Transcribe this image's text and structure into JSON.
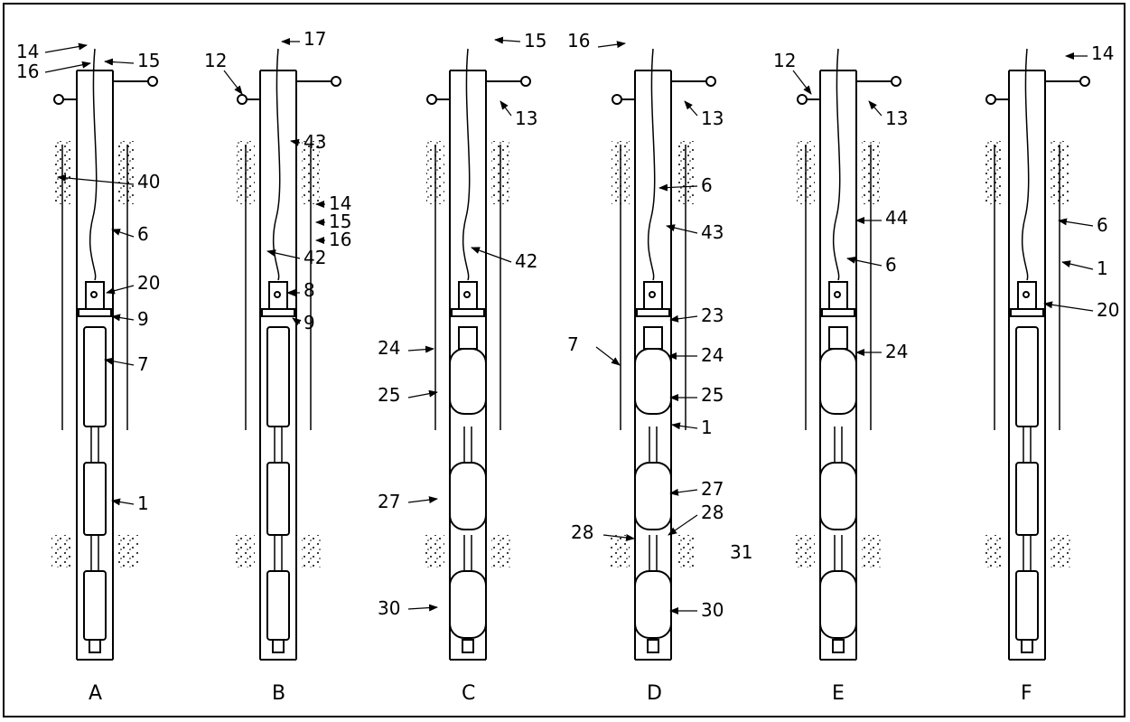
{
  "figure": {
    "panels": [
      {
        "id": "A",
        "label": "A",
        "callouts": [
          {
            "text": "14"
          },
          {
            "text": "16"
          },
          {
            "text": "15"
          },
          {
            "text": "40"
          },
          {
            "text": "6"
          },
          {
            "text": "20"
          },
          {
            "text": "9"
          },
          {
            "text": "7"
          },
          {
            "text": "1"
          }
        ]
      },
      {
        "id": "B",
        "label": "B",
        "callouts": [
          {
            "text": "12"
          },
          {
            "text": "17"
          },
          {
            "text": "43"
          },
          {
            "text": "14"
          },
          {
            "text": "15"
          },
          {
            "text": "16"
          },
          {
            "text": "42"
          },
          {
            "text": "8"
          },
          {
            "text": "9"
          }
        ]
      },
      {
        "id": "C",
        "label": "C",
        "callouts": [
          {
            "text": "15"
          },
          {
            "text": "13"
          },
          {
            "text": "42"
          },
          {
            "text": "24"
          },
          {
            "text": "25"
          },
          {
            "text": "27"
          },
          {
            "text": "30"
          }
        ]
      },
      {
        "id": "D",
        "label": "D",
        "callouts": [
          {
            "text": "16"
          },
          {
            "text": "13"
          },
          {
            "text": "6"
          },
          {
            "text": "43"
          },
          {
            "text": "23"
          },
          {
            "text": "7"
          },
          {
            "text": "24"
          },
          {
            "text": "25"
          },
          {
            "text": "1"
          },
          {
            "text": "27"
          },
          {
            "text": "28"
          },
          {
            "text": "28"
          },
          {
            "text": "31"
          },
          {
            "text": "30"
          }
        ]
      },
      {
        "id": "E",
        "label": "E",
        "callouts": [
          {
            "text": "12"
          },
          {
            "text": "13"
          },
          {
            "text": "44"
          },
          {
            "text": "6"
          },
          {
            "text": "24"
          }
        ]
      },
      {
        "id": "F",
        "label": "F",
        "callouts": [
          {
            "text": "14"
          },
          {
            "text": "6"
          },
          {
            "text": "1"
          },
          {
            "text": "20"
          }
        ]
      }
    ]
  }
}
